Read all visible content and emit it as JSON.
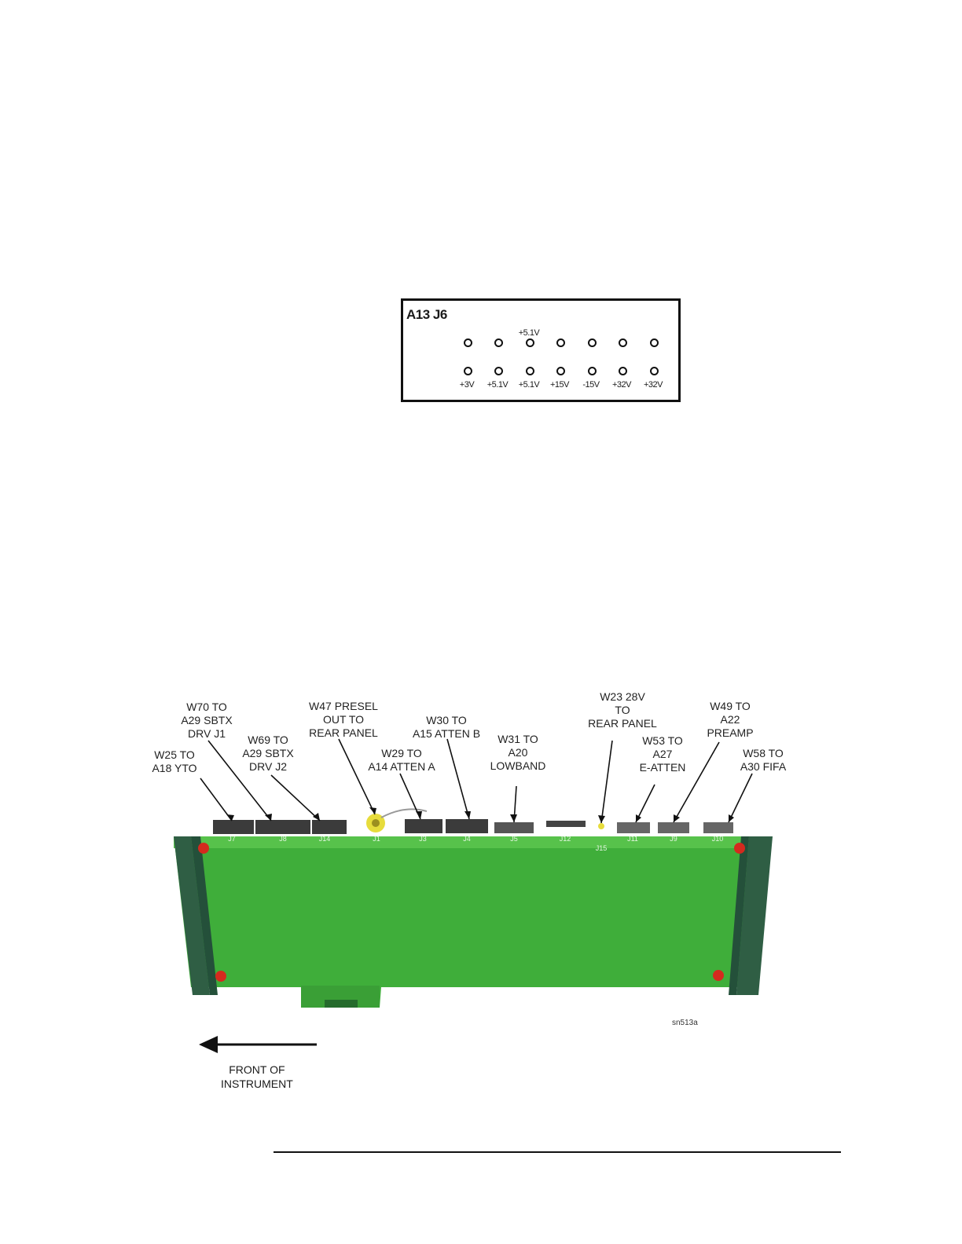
{
  "connector_diagram": {
    "title": "A13 J6",
    "top_row_label": "+5.1V",
    "bottom_row_labels": [
      "+3V",
      "+5.1V",
      "+5.1V",
      "+15V",
      "-15V",
      "+32V",
      "+32V"
    ]
  },
  "board_figure": {
    "callouts": {
      "w25": "W25 TO\nA18 YTO",
      "w70": "W70 TO\nA29 SBTX\nDRV J1",
      "w69": "W69 TO\nA29 SBTX\nDRV J2",
      "w47": "W47 PRESEL\nOUT TO\nREAR PANEL",
      "w29": "W29 TO\nA14 ATTEN A",
      "w30": "W30 TO\nA15 ATTEN B",
      "w31": "W31 TO\nA20\nLOWBAND",
      "w23": "W23 28V\nTO\nREAR PANEL",
      "w53": "W53 TO\nA27\nE-ATTEN",
      "w49": "W49 TO\nA22\nPREAMP",
      "w58": "W58 TO\nA30 FIFA"
    },
    "connector_labels": [
      "J7",
      "J8",
      "J14",
      "J1",
      "J3",
      "J4",
      "J5",
      "J12",
      "J15",
      "J11",
      "J9",
      "J10"
    ],
    "front_label": "FRONT OF\nINSTRUMENT",
    "figure_id": "sn513a",
    "colors": {
      "board": "#3fae3a",
      "board_dark": "#2a7f33",
      "rail": "#2f5e44",
      "screw": "#d42a1e"
    }
  }
}
